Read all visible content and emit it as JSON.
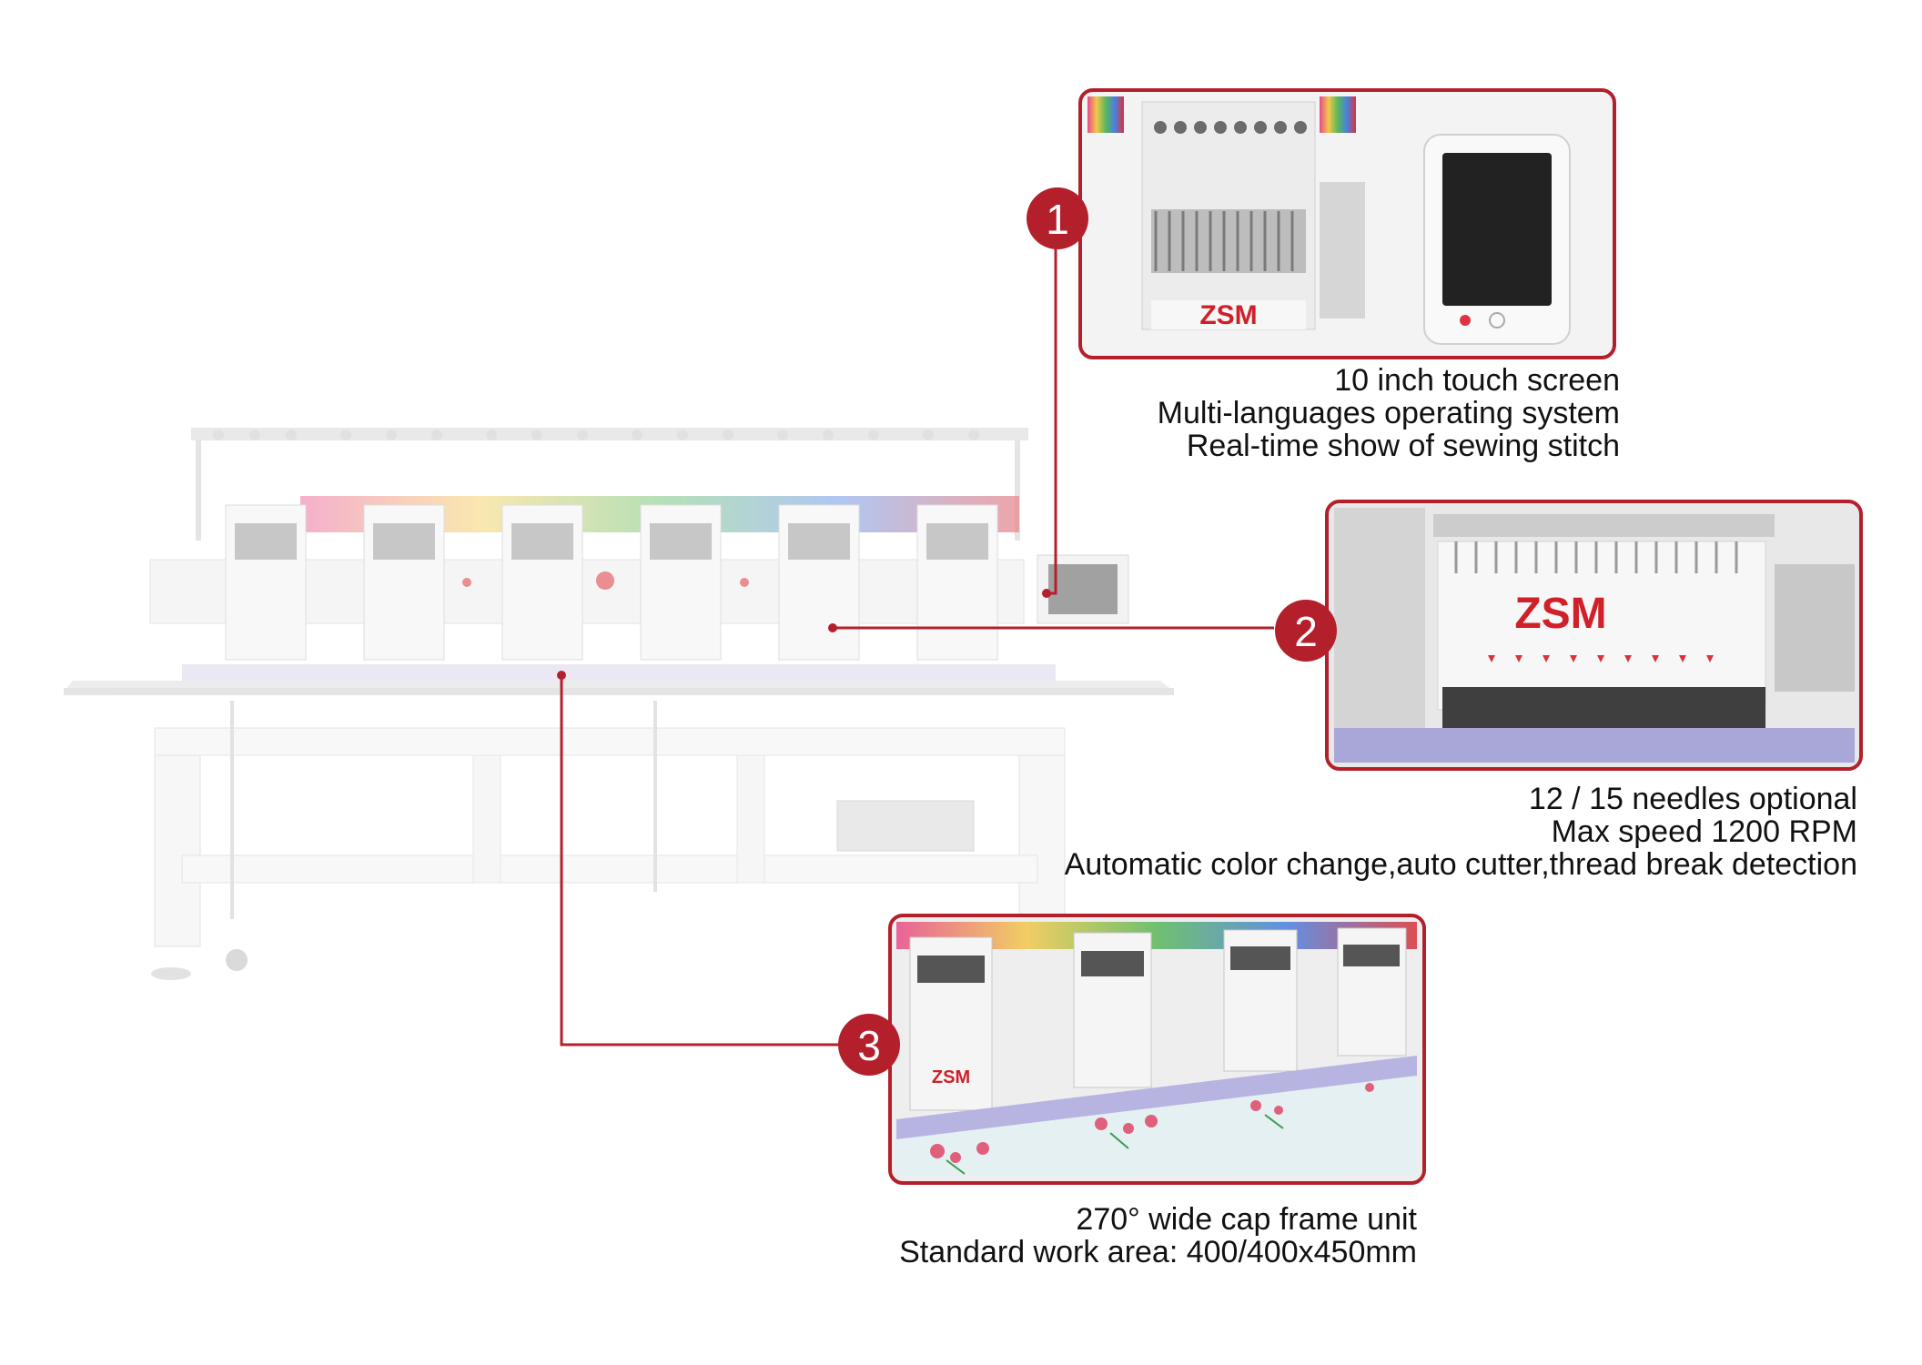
{
  "accent_color": "#b3202c",
  "brand": "ZSM",
  "callouts": [
    {
      "number": "1",
      "lines": [
        "10 inch touch screen",
        "Multi-languages operating system",
        "Real-time show of sewing stitch"
      ]
    },
    {
      "number": "2",
      "lines": [
        "12 / 15 needles optional",
        "Max speed 1200 RPM",
        "Automatic color change,auto cutter,thread break detection"
      ]
    },
    {
      "number": "3",
      "lines": [
        "270° wide cap frame unit",
        "Standard work area: 400/400x450mm"
      ]
    }
  ]
}
